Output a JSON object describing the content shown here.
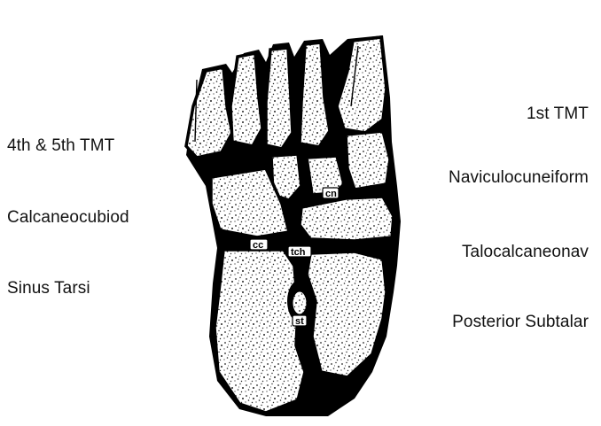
{
  "labels": {
    "tmt_first": "1st TMT",
    "tmt_fourth_fifth": "4th & 5th TMT",
    "naviculocuneiform": "Naviculocuneiform",
    "calcaneocuboid": "Calcaneocubiod",
    "talocalcaneonav": "Talocalcaneonav",
    "sinus_tarsi": "Sinus Tarsi",
    "posterior_subtalar": "Posterior Subtalar"
  },
  "tags": {
    "cn": "cn",
    "cc": "cc",
    "tch": "tch",
    "st": "st"
  }
}
